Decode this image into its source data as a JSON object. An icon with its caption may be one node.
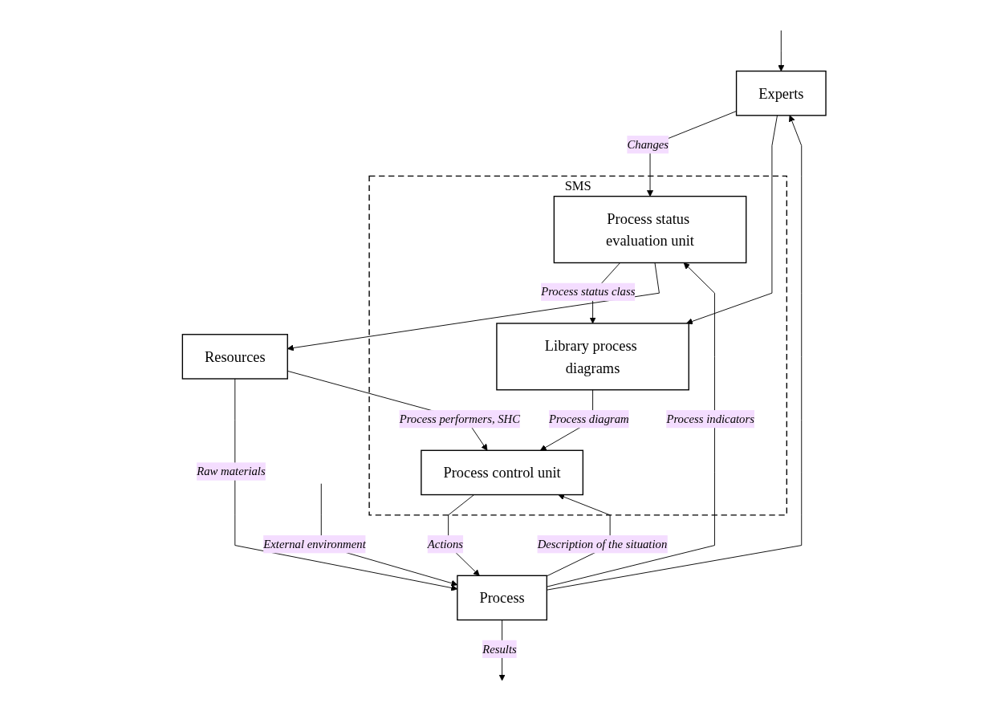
{
  "diagram": {
    "nodes": [
      {
        "text": [
          "Experts"
        ]
      },
      {
        "text": [
          "SMS"
        ]
      },
      {
        "text": [
          "Process status evaluation unit"
        ],
        "in": 1
      },
      {
        "text": [
          "Library process diagrams"
        ],
        "in": 1
      },
      {
        "text": [
          "Process control unit"
        ],
        "in": 1
      },
      {
        "text": [
          "Resources"
        ]
      },
      {
        "text": [
          "Process"
        ]
      }
    ],
    "edges": [
      {
        "from": 0,
        "to": 2,
        "arrow": "to",
        "label": "Changes"
      },
      {
        "from": 0,
        "to": 3,
        "arrow": "to"
      },
      {
        "from": 2,
        "to": 3,
        "arrow": "to",
        "label": "Process status class"
      },
      {
        "from": 2,
        "to": 5,
        "arrow": "to"
      },
      {
        "from": 3,
        "to": 4,
        "arrow": "to",
        "label": "Process diagram"
      },
      {
        "from": 5,
        "to": 4,
        "arrow": "to",
        "label": "Process performers, SHC"
      },
      {
        "from": 5,
        "to": 6,
        "arrow": "to",
        "label": "Raw materials"
      },
      {
        "from": 6,
        "to": 4,
        "arrow": "to",
        "label": "Description of the situation"
      },
      {
        "from": 4,
        "to": 6,
        "arrow": "to",
        "label": "Actions"
      },
      {
        "from": 6,
        "to": 2,
        "arrow": "to",
        "label": "Process indicators"
      },
      {
        "from": 6,
        "to": 0,
        "arrow": "to"
      },
      {
        "from": 6,
        "to": null,
        "arrow": "to",
        "label": "Results"
      },
      {
        "from": null,
        "to": 6,
        "arrow": "to",
        "label": "External environment"
      },
      {
        "from": null,
        "to": 0,
        "arrow": "to"
      }
    ]
  }
}
